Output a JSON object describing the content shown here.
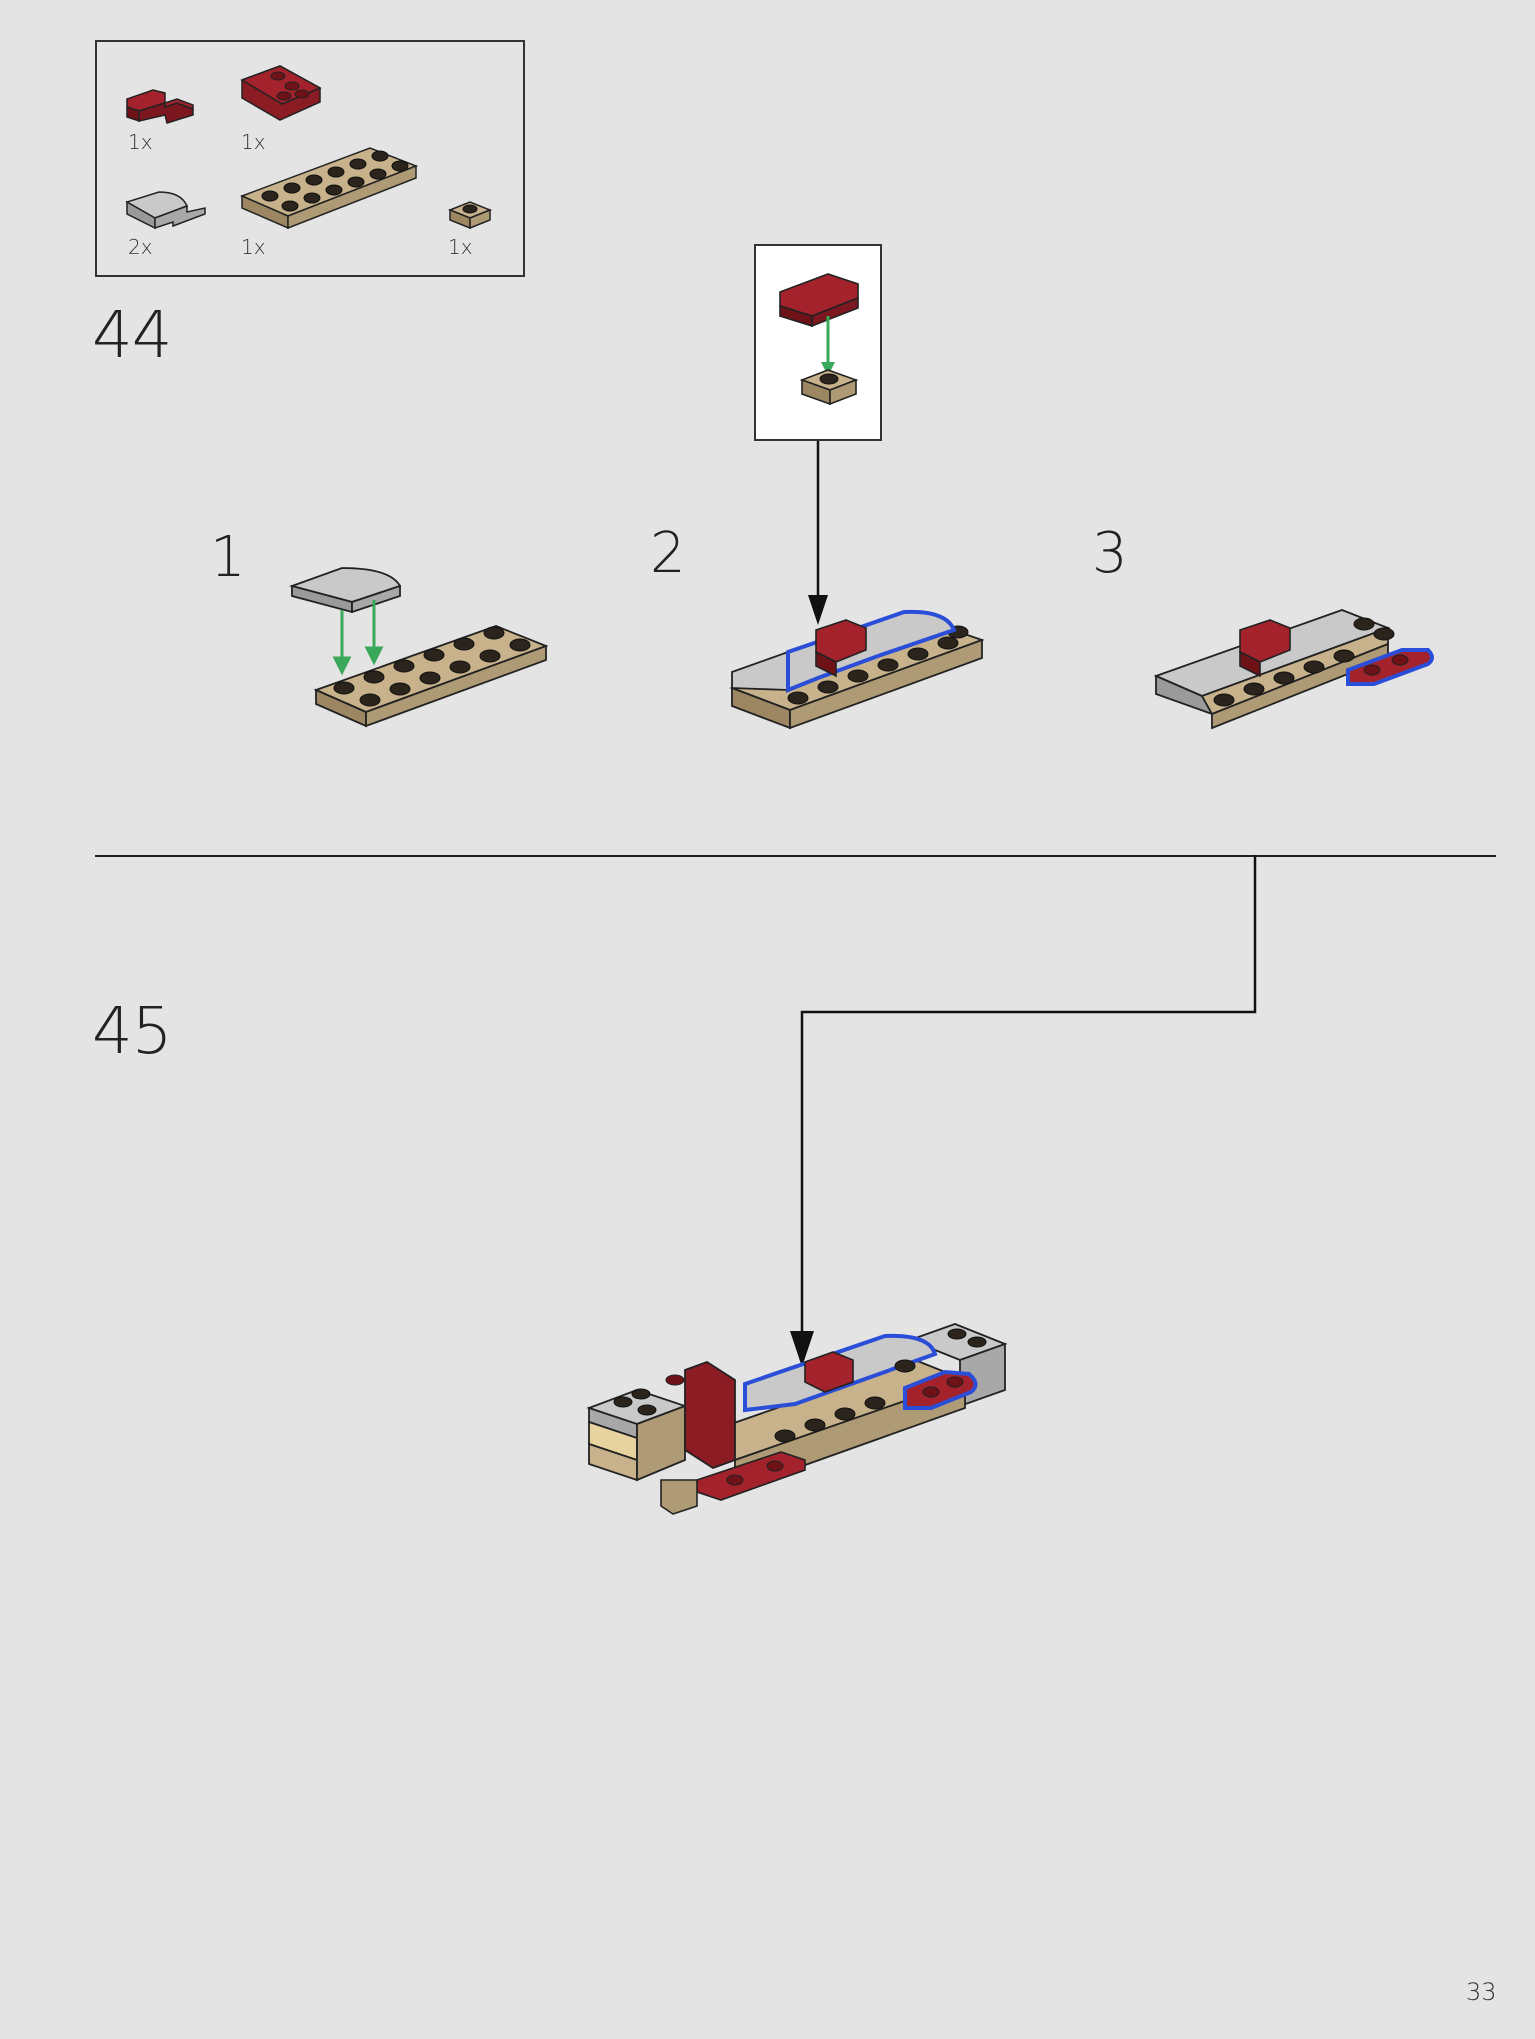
{
  "parts_list": {
    "items": [
      {
        "qty": "1x",
        "part": "dark-red-slope-icon",
        "color": "#8c1c24"
      },
      {
        "qty": "1x",
        "part": "dark-red-wedge-plate-icon",
        "color": "#8c1c24"
      },
      {
        "qty": "2x",
        "part": "gray-curved-slope-icon",
        "color": "#b5b5b5"
      },
      {
        "qty": "1x",
        "part": "tan-plate-2x6-icon",
        "color": "#b9a47e"
      },
      {
        "qty": "1x",
        "part": "tan-plate-1x1-icon",
        "color": "#b9a47e"
      }
    ]
  },
  "step_44": {
    "number": "44",
    "substeps": [
      "1",
      "2",
      "3"
    ]
  },
  "step_45": {
    "number": "45"
  },
  "page": {
    "number": "33"
  },
  "colors": {
    "background": "#e4e4e4",
    "dark_red": "#8c1c24",
    "tan": "#b9a47e",
    "gray": "#b5b5b5",
    "highlight_blue": "#2b4ed8",
    "arrow_green": "#3aa85a"
  }
}
